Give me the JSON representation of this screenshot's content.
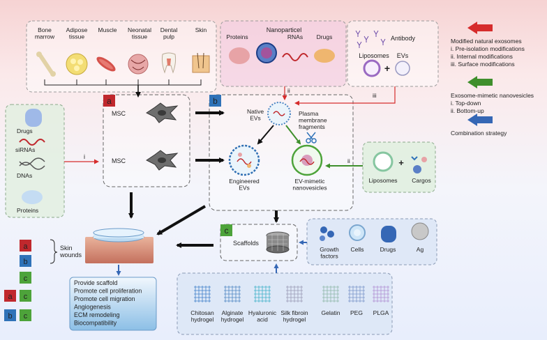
{
  "sources": [
    {
      "label": "Bone\nmarrow",
      "icon": "bone-icon"
    },
    {
      "label": "Adipose\ntissue",
      "icon": "adipose-icon"
    },
    {
      "label": "Muscle",
      "icon": "muscle-icon"
    },
    {
      "label": "Neonatal\ntissue",
      "icon": "neonatal-tissue-icon"
    },
    {
      "label": "Dental\npulp",
      "icon": "tooth-icon"
    },
    {
      "label": "Skin",
      "icon": "skin-icon"
    }
  ],
  "cargo_panel": {
    "title": "Nanoparticel",
    "items": [
      "Proteins",
      "RNAs",
      "Drugs"
    ]
  },
  "vesicle_panel": {
    "antibody": "Antibody",
    "liposomes": "Liposomes",
    "plus": "+",
    "evs": "EVs"
  },
  "left_panel": {
    "items": [
      "Drugs",
      "siRNAs",
      "DNAs",
      "Proteins"
    ]
  },
  "box_a": {
    "badge": "a",
    "cells": [
      "MSC",
      "MSC"
    ]
  },
  "box_b": {
    "badge": "b",
    "native": "Native\nEVs",
    "membrane": "Plasma\nmembrane\nfragments",
    "engineered": "Engineered\nEVs",
    "mimetic": "EV-mimetic\nnanovesicles"
  },
  "right_small": {
    "liposomes": "Liposomes",
    "plus": "+",
    "cargos": "Cargos"
  },
  "box_c": {
    "badge": "c",
    "label": "Scaffolds"
  },
  "additives": [
    "Growth\nfactors",
    "Cells",
    "Drugs",
    "Ag"
  ],
  "materials": [
    "Chitosan\nhydrogel",
    "Alginate\nhydrogel",
    "Hyaluronic\nacid",
    "Silk fibroin\nhydrogel",
    "Gelatin",
    "PEG",
    "PLGA"
  ],
  "wounds": {
    "label": "Skin\nwounds",
    "badges": [
      [
        "a"
      ],
      [
        "b"
      ],
      [
        "c"
      ],
      [
        "a",
        "c"
      ],
      [
        "b",
        "c"
      ]
    ]
  },
  "benefits": [
    "Provide scaffold",
    "Promote cell proliferation",
    "Promote cell migration",
    "Angiogenesis",
    "ECM remodeling",
    "Biocompatibility"
  ],
  "arrow_labels": {
    "i": "i",
    "ii_top": "ii",
    "iii": "iii",
    "ii_right": "ii"
  },
  "legend": [
    {
      "color": "#d62c2c",
      "lines": [
        "Modified natural exosomes",
        "i. Pre-isolation modifications",
        "ii. Internal modifications",
        "iii. Surface modifications"
      ]
    },
    {
      "color": "#3f8f2c",
      "lines": [
        "Exosome-mimetic nanovesicles",
        "i. Top-down",
        "ii. Bottom-up"
      ]
    },
    {
      "color": "#3567b5",
      "lines": [
        "Combination strategy"
      ]
    }
  ],
  "colors": {
    "a": "#c0282d",
    "b": "#2f72b8",
    "c": "#4da33a"
  }
}
